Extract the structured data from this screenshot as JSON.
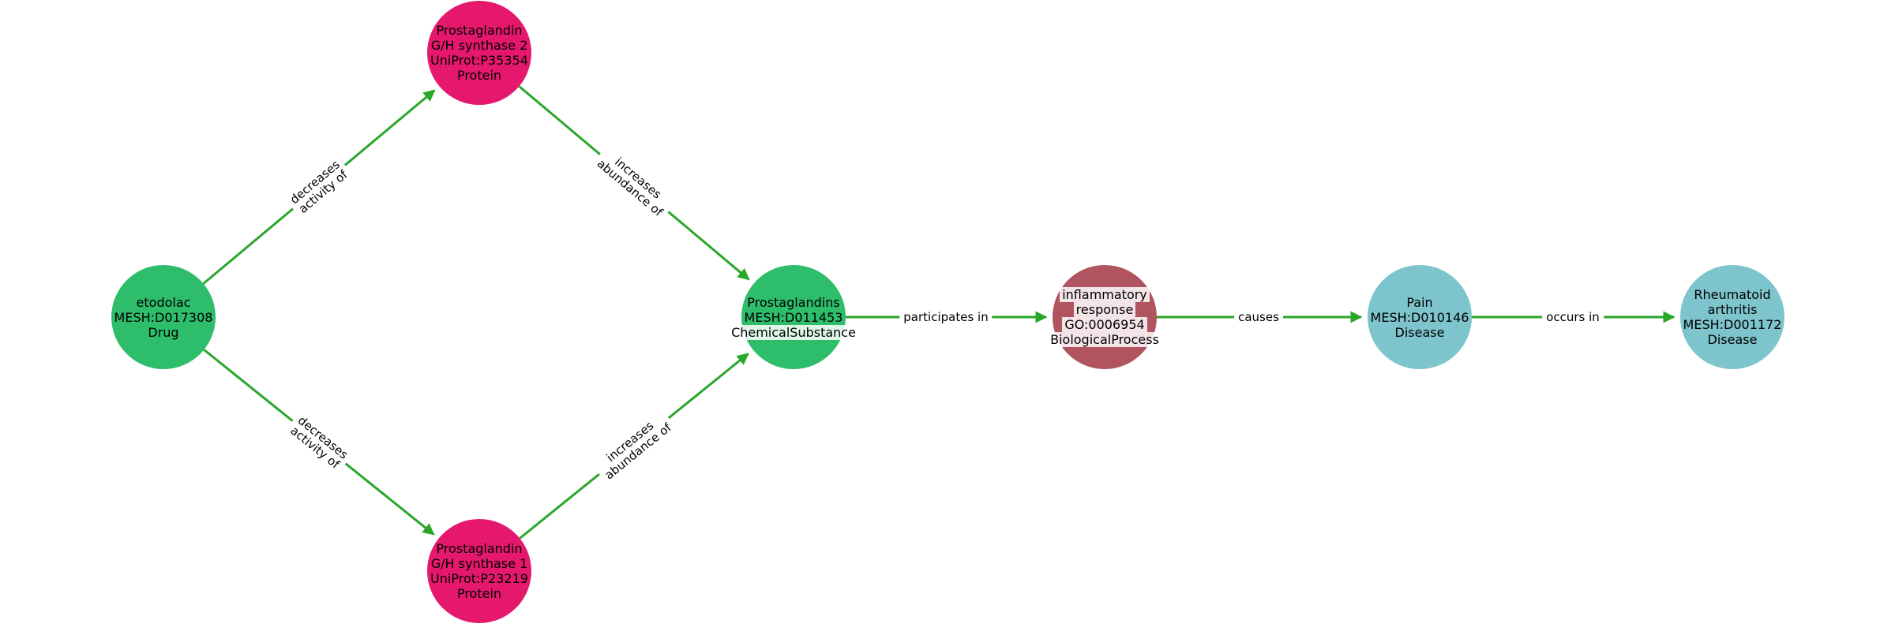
{
  "graph": {
    "background": "#ffffff",
    "colors": {
      "drug": "#2ebd6b",
      "chemical_substance": "#2ebd6b",
      "protein": "#e5186d",
      "biological_process": "#b0545f",
      "disease": "#7dc4cc",
      "edge": "#2aa62a"
    },
    "nodes": [
      {
        "id": "etodolac",
        "entity_type": "Drug",
        "lines": [
          "etodolac",
          "MESH:D017308",
          "Drug"
        ]
      },
      {
        "id": "prostaglandin-gh-synthase-2",
        "entity_type": "Protein",
        "lines": [
          "Prostaglandin",
          "G/H synthase 2",
          "UniProt:P35354",
          "Protein"
        ]
      },
      {
        "id": "prostaglandin-gh-synthase-1",
        "entity_type": "Protein",
        "lines": [
          "Prostaglandin",
          "G/H synthase 1",
          "UniProt:P23219",
          "Protein"
        ]
      },
      {
        "id": "prostaglandins",
        "entity_type": "ChemicalSubstance",
        "lines": [
          "Prostaglandins",
          "MESH:D011453",
          "ChemicalSubstance"
        ]
      },
      {
        "id": "inflammatory-response",
        "entity_type": "BiologicalProcess",
        "lines": [
          "inflammatory",
          "response",
          "GO:0006954",
          "BiologicalProcess"
        ]
      },
      {
        "id": "pain",
        "entity_type": "Disease",
        "lines": [
          "Pain",
          "MESH:D010146",
          "Disease"
        ]
      },
      {
        "id": "rheumatoid-arthritis",
        "entity_type": "Disease",
        "lines": [
          "Rheumatoid",
          "arthritis",
          "MESH:D001172",
          "Disease"
        ]
      }
    ],
    "edges": [
      {
        "from": "etodolac",
        "to": "prostaglandin-gh-synthase-2",
        "lines": [
          "decreases",
          "activity of"
        ]
      },
      {
        "from": "prostaglandin-gh-synthase-2",
        "to": "prostaglandins",
        "lines": [
          "increases",
          "abundance of"
        ]
      },
      {
        "from": "etodolac",
        "to": "prostaglandin-gh-synthase-1",
        "lines": [
          "decreases",
          "activity of"
        ]
      },
      {
        "from": "prostaglandin-gh-synthase-1",
        "to": "prostaglandins",
        "lines": [
          "increases",
          "abundance of"
        ]
      },
      {
        "from": "prostaglandins",
        "to": "inflammatory-response",
        "lines": [
          "participates in"
        ]
      },
      {
        "from": "inflammatory-response",
        "to": "pain",
        "lines": [
          "causes"
        ]
      },
      {
        "from": "pain",
        "to": "rheumatoid-arthritis",
        "lines": [
          "occurs in"
        ]
      }
    ]
  }
}
